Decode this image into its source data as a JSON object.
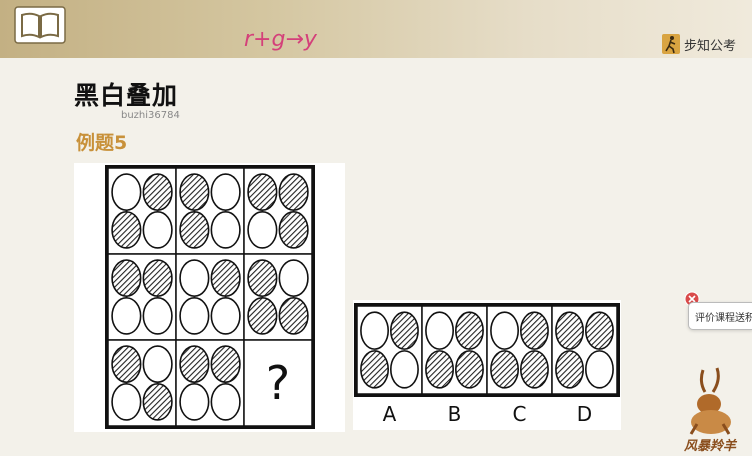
{
  "header": {
    "annotation": "r+g→y",
    "brand_name": "步知公考"
  },
  "slide": {
    "title": "黑白叠加",
    "watermark": "buzhi36784",
    "example_label": "例题5"
  },
  "puzzle": {
    "question_mark": "?",
    "grid": [
      [
        [
          0,
          1,
          1,
          0
        ],
        [
          1,
          0,
          1,
          0
        ],
        [
          1,
          1,
          0,
          1
        ]
      ],
      [
        [
          1,
          1,
          0,
          0
        ],
        [
          0,
          1,
          0,
          0
        ],
        [
          1,
          0,
          1,
          1
        ]
      ],
      [
        [
          1,
          0,
          0,
          1
        ],
        [
          1,
          1,
          0,
          0
        ],
        null
      ]
    ]
  },
  "options": [
    {
      "label": "A",
      "pattern": [
        0,
        1,
        1,
        0
      ]
    },
    {
      "label": "B",
      "pattern": [
        0,
        1,
        1,
        1
      ]
    },
    {
      "label": "C",
      "pattern": [
        0,
        1,
        1,
        1
      ]
    },
    {
      "label": "D",
      "pattern": [
        1,
        1,
        1,
        0
      ]
    }
  ],
  "review_tab": {
    "label": "评价课程送积分"
  },
  "footer": {
    "logo_caption": "风暴羚羊"
  },
  "colors": {
    "example_label": "#c8913a",
    "header_gold": "#c3b083",
    "handwriting_pink": "#d4407a",
    "close_red": "#d94a4a"
  }
}
